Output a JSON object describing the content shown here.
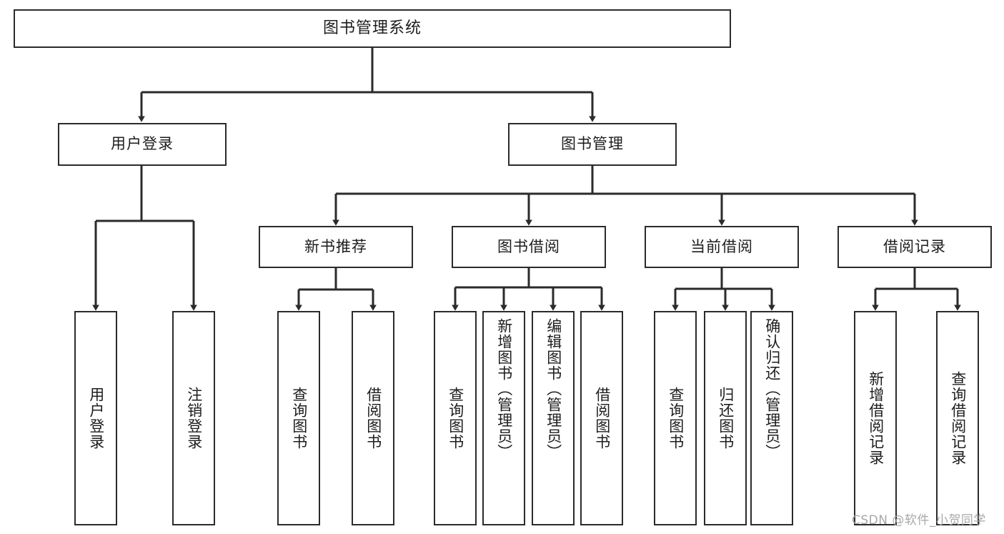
{
  "diagram": {
    "title": "图书管理系统",
    "type": "tree-hierarchy-diagram",
    "watermark": "CSDN @软件_小贺同学",
    "colors": {
      "node_border": "#2b2b2b",
      "node_fill": "#ffffff",
      "edge": "#2b2b2b",
      "text": "#1d1d1d",
      "watermark": "#a8a8a8",
      "background": "#ffffff"
    },
    "nodes": {
      "root": {
        "label": "图书管理系统"
      },
      "level2": [
        {
          "id": "user-login",
          "label": "用户登录"
        },
        {
          "id": "book-management",
          "label": "图书管理"
        }
      ],
      "level3": [
        {
          "id": "new-book-recommend",
          "label": "新书推荐"
        },
        {
          "id": "book-borrow",
          "label": "图书借阅"
        },
        {
          "id": "current-borrow",
          "label": "当前借阅"
        },
        {
          "id": "borrow-record",
          "label": "借阅记录"
        }
      ],
      "leaves": {
        "user_login": [
          {
            "id": "leaf-user-login",
            "label": "用户登录"
          },
          {
            "id": "leaf-logout-login",
            "label": "注销登录"
          }
        ],
        "new_book_recommend": [
          {
            "id": "leaf-query-book-1",
            "label": "查询图书"
          },
          {
            "id": "leaf-borrow-book-1",
            "label": "借阅图书"
          }
        ],
        "book_borrow": [
          {
            "id": "leaf-query-book-2",
            "label": "查询图书"
          },
          {
            "id": "leaf-add-book",
            "label": "新增图书（管理员）"
          },
          {
            "id": "leaf-edit-book",
            "label": "编辑图书（管理员）"
          },
          {
            "id": "leaf-borrow-book-2",
            "label": "借阅图书"
          }
        ],
        "current_borrow": [
          {
            "id": "leaf-query-book-3",
            "label": "查询图书"
          },
          {
            "id": "leaf-return-book",
            "label": "归还图书"
          },
          {
            "id": "leaf-confirm-return",
            "label": "确认归还（管理员）"
          }
        ],
        "borrow_record": [
          {
            "id": "leaf-add-borrow-record",
            "label": "新增借阅记录"
          },
          {
            "id": "leaf-query-borrow-record",
            "label": "查询借阅记录"
          }
        ]
      }
    }
  }
}
